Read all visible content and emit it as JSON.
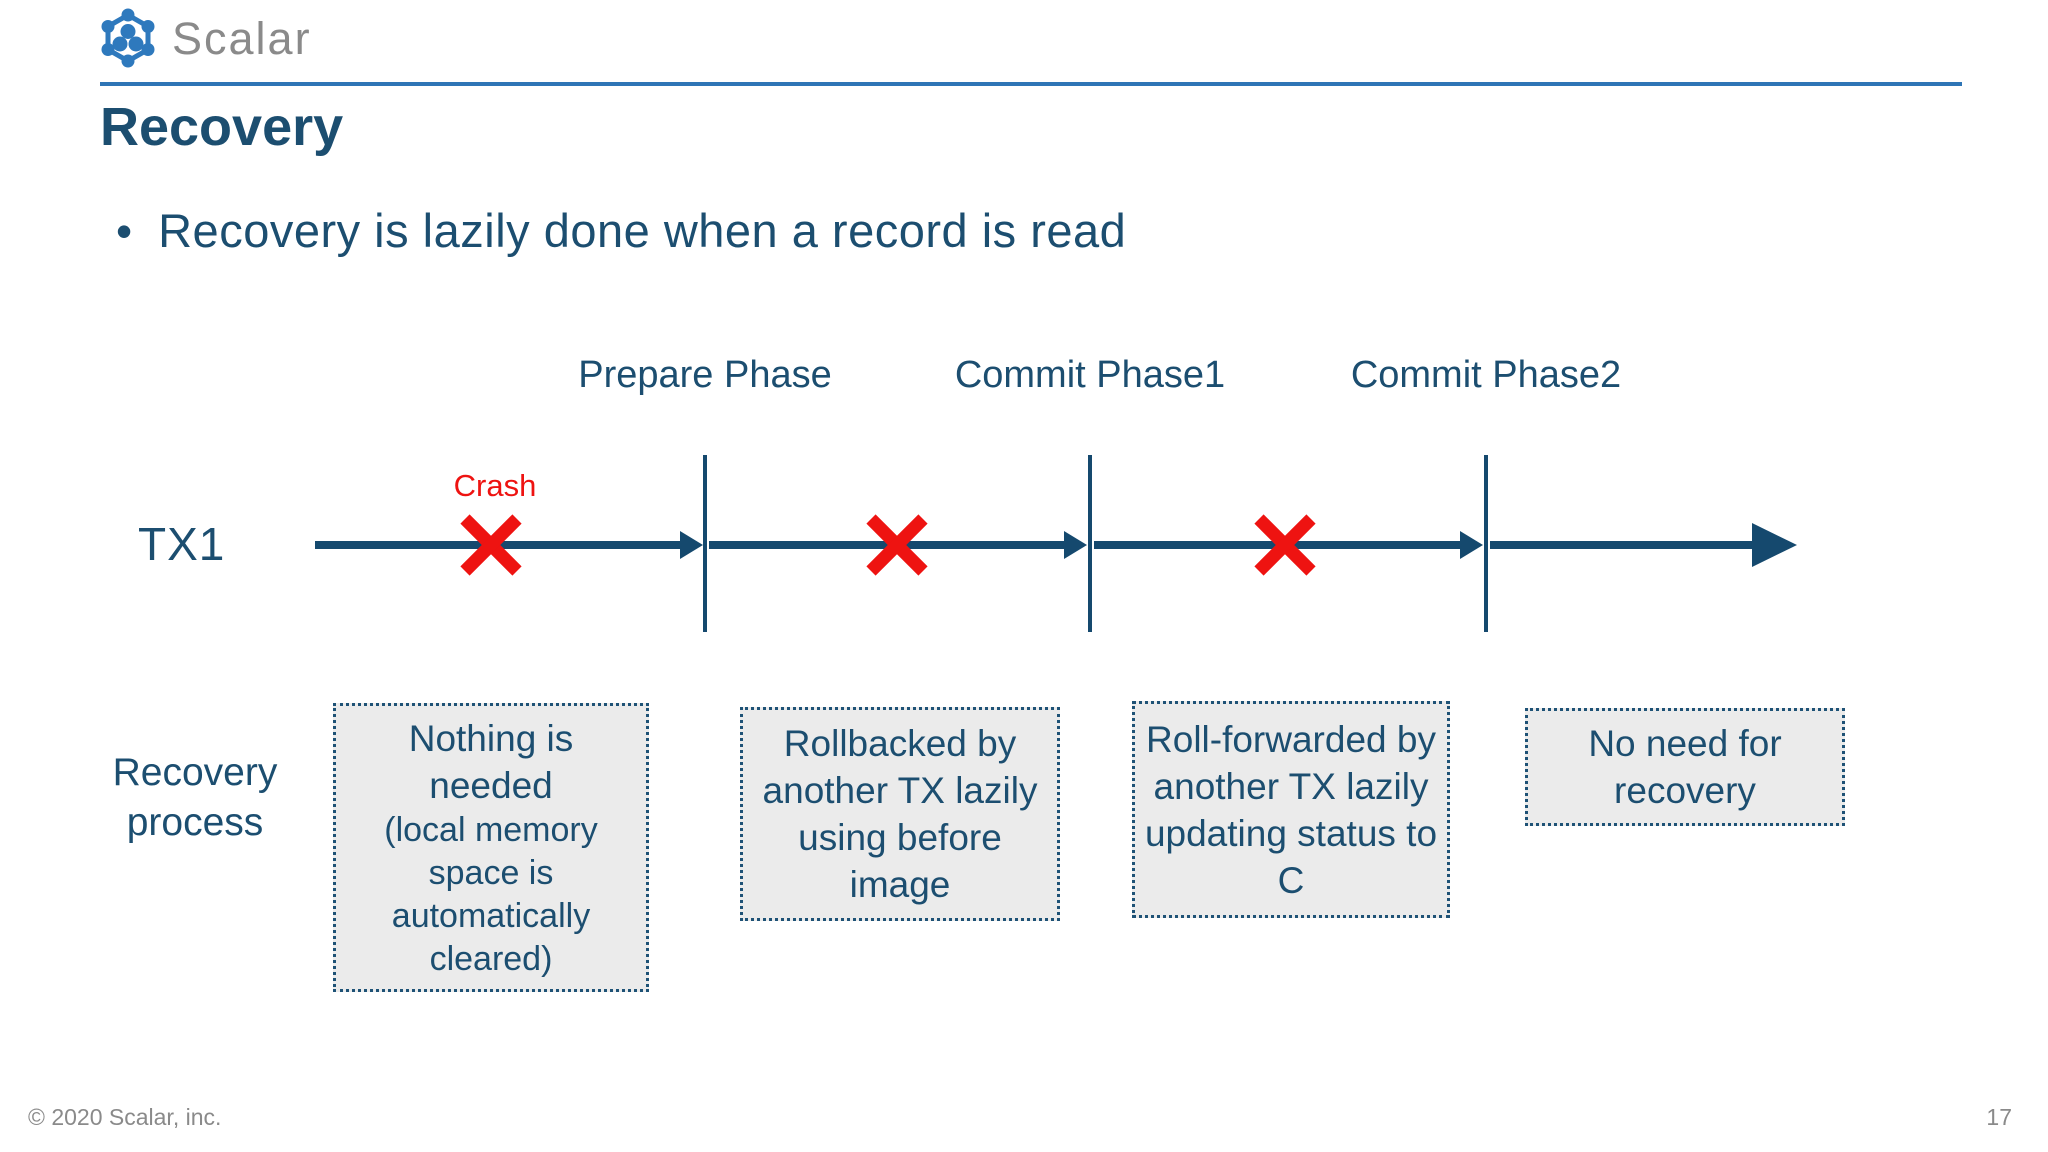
{
  "header": {
    "logo_text": "Scalar",
    "logo_icon": "scalar-hexagon-logo"
  },
  "slide": {
    "title": "Recovery",
    "bullet_marker": "•",
    "bullet": "Recovery is lazily done when a record is read",
    "copyright": "© 2020 Scalar, inc.",
    "page_number": "17"
  },
  "timeline": {
    "track_label": "TX1",
    "crash_label": "Crash",
    "phases": [
      {
        "label": "Prepare Phase"
      },
      {
        "label": "Commit Phase1"
      },
      {
        "label": "Commit Phase2"
      }
    ],
    "crash_marks": 3
  },
  "recovery": {
    "row_label": "Recovery process",
    "boxes": [
      {
        "main": "Nothing is needed",
        "sub": "(local memory space is automatically cleared)"
      },
      {
        "main": "Rollbacked by another TX lazily using before image"
      },
      {
        "main": "Roll-forwarded by another TX lazily updating status to C"
      },
      {
        "main": "No need for recovery"
      }
    ]
  },
  "colors": {
    "navy": "#1C4E70",
    "line_navy": "#15496E",
    "rule_blue": "#2E75B6",
    "crash_red": "#EE1311",
    "box_fill": "#EBEBEB",
    "gray_text": "#8A8A8A",
    "logo_blue": "#2E79BD"
  }
}
